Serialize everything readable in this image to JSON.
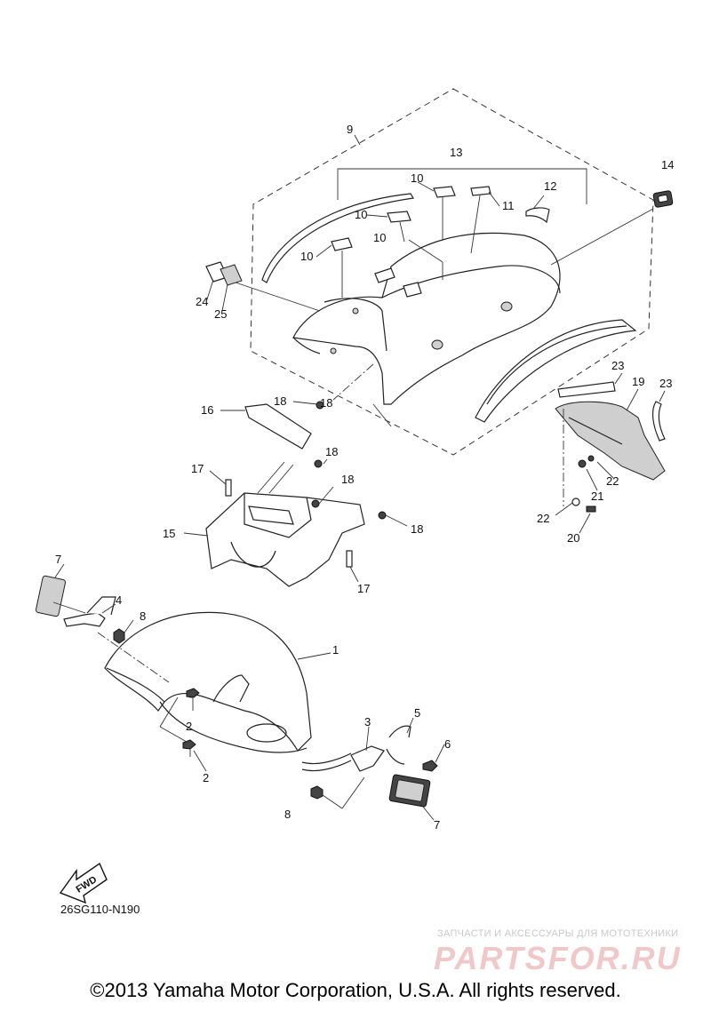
{
  "diagram": {
    "part_numbers": [
      "1",
      "2",
      "2",
      "3",
      "4",
      "5",
      "6",
      "7",
      "7",
      "8",
      "8",
      "9",
      "10",
      "10",
      "10",
      "10",
      "11",
      "12",
      "13",
      "14",
      "15",
      "16",
      "17",
      "17",
      "18",
      "18",
      "18",
      "18",
      "18",
      "19",
      "20",
      "21",
      "22",
      "22",
      "23",
      "23",
      "24",
      "25"
    ],
    "fwd_label": "FWD",
    "diagram_code": "26SG110-N190"
  },
  "watermark": {
    "subtitle": "ЗАПЧАСТИ И АКСЕССУАРЫ ДЛЯ МОТОТЕХНИКИ",
    "logo": "PARTSFOR.RU"
  },
  "copyright": "©2013 Yamaha Motor Corporation, U.S.A. All rights reserved."
}
